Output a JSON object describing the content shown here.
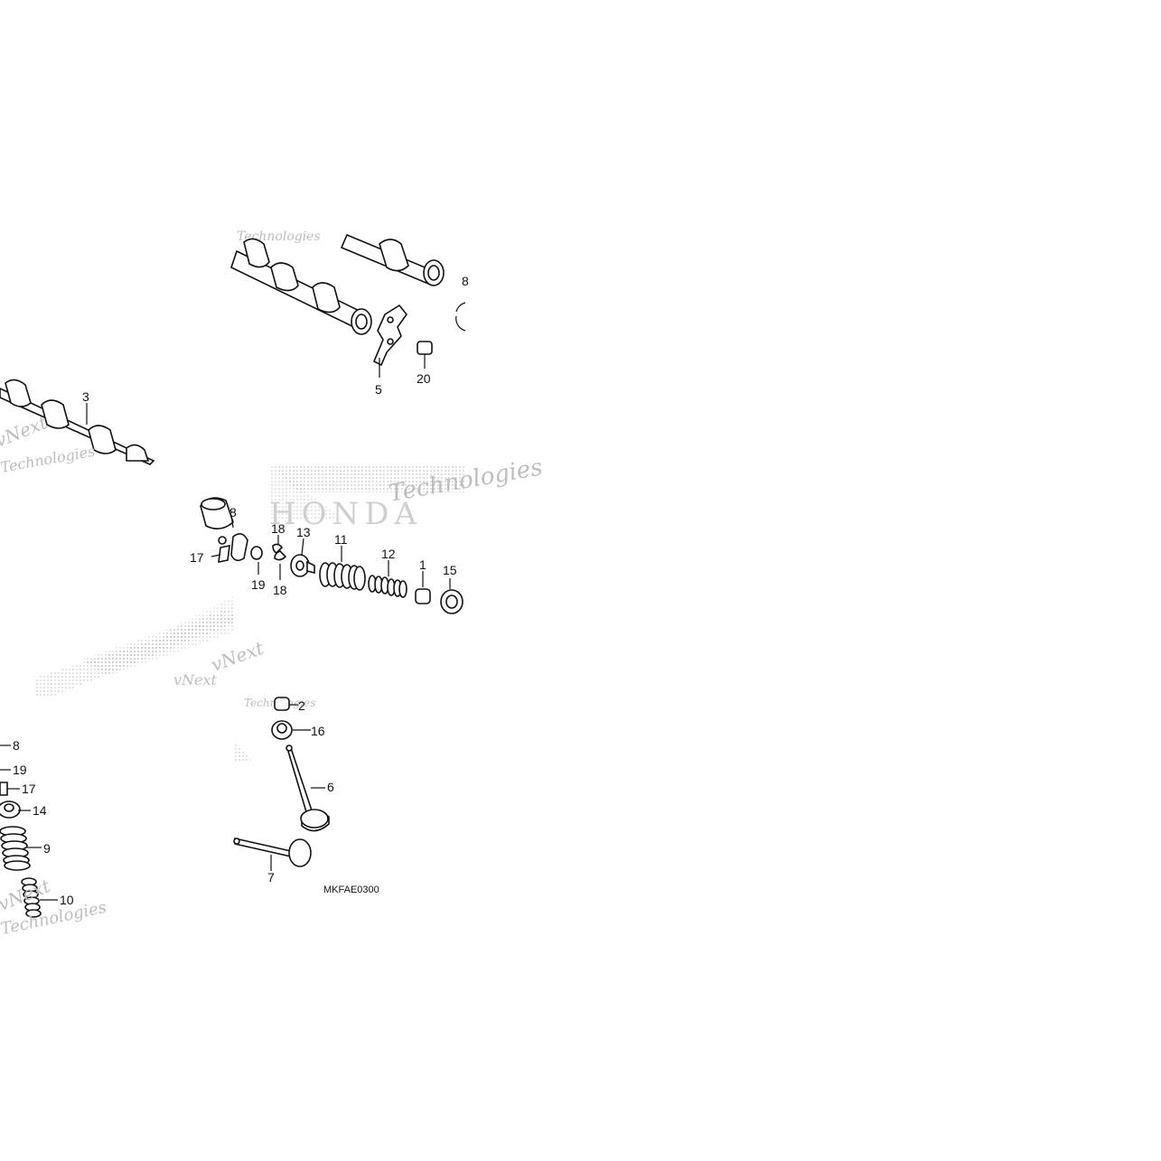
{
  "diagram": {
    "code": "MKFAE0300",
    "watermark": {
      "brand": "HONDA",
      "line1": "vNext",
      "line2": "Technologies"
    },
    "callouts": [
      {
        "id": "c3",
        "text": "3"
      },
      {
        "id": "c5",
        "text": "5"
      },
      {
        "id": "c20",
        "text": "20"
      },
      {
        "id": "c8_edge",
        "text": "8"
      },
      {
        "id": "c8_upper",
        "text": "8"
      },
      {
        "id": "c17_upper",
        "text": "17"
      },
      {
        "id": "c19_upper",
        "text": "19"
      },
      {
        "id": "c18_top",
        "text": "18"
      },
      {
        "id": "c18_bottom",
        "text": "18"
      },
      {
        "id": "c13",
        "text": "13"
      },
      {
        "id": "c11",
        "text": "11"
      },
      {
        "id": "c12",
        "text": "12"
      },
      {
        "id": "c1",
        "text": "1"
      },
      {
        "id": "c15",
        "text": "15"
      },
      {
        "id": "c2",
        "text": "2"
      },
      {
        "id": "c16",
        "text": "16"
      },
      {
        "id": "c6",
        "text": "6"
      },
      {
        "id": "c7",
        "text": "7"
      },
      {
        "id": "c8_lower",
        "text": "8"
      },
      {
        "id": "c19_lower",
        "text": "19"
      },
      {
        "id": "c17_lower",
        "text": "17"
      },
      {
        "id": "c14",
        "text": "14"
      },
      {
        "id": "c9",
        "text": "9"
      },
      {
        "id": "c10",
        "text": "10"
      }
    ]
  }
}
